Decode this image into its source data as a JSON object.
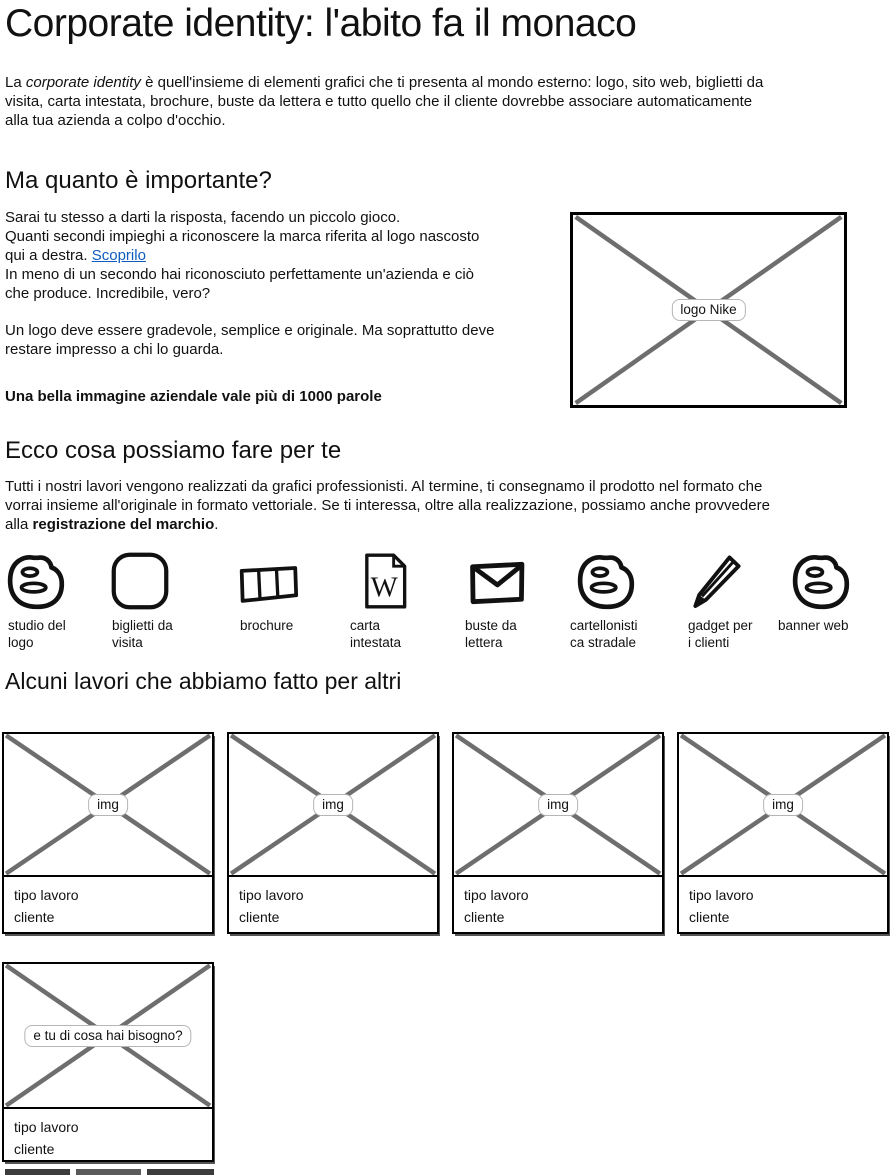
{
  "colors": {
    "link_blue": "#0f5cc0",
    "placeholder_line_gray": "#6e6e6e",
    "ink_black": "#111111"
  },
  "page": {
    "title": "Corporate identity: l'abito fa il monaco"
  },
  "intro": {
    "before_italic": "La ",
    "italic": "corporate identity",
    "after_italic": " è quell'insieme di elementi grafici che ti presenta al mondo esterno: logo, sito web, biglietti da\nvisita, carta intestata, brochure, buste da lettera e tutto quello che il cliente dovrebbe associare automaticamente\nalla tua azienda a colpo d'occhio."
  },
  "importance": {
    "heading": "Ma quanto è importante?",
    "lead": "Sarai tu stesso a darti la risposta, facendo un piccolo gioco.\nQuanti secondi impieghi a riconoscere la marca riferita al logo nascosto\nqui a destra. ",
    "link_label": "Scoprilo",
    "after_link": "\nIn meno di un secondo hai riconosciuto perfettamente un'azienda e ciò\nche produce. Incredibile, vero?",
    "logo_paragraph": "Un logo deve essere gradevole, semplice e originale. Ma soprattutto deve\nrestare impresso a chi lo guarda.",
    "bold_line": "Una bella immagine aziendale vale più di 1000 parole",
    "placeholder_label": "logo Nike"
  },
  "services": {
    "heading": "Ecco cosa possiamo fare per te",
    "before_bold": "Tutti i nostri lavori vengono realizzati da grafici professionisti. Al termine, ti consegnamo il prodotto nel formato che\nvorrai insieme all'originale in formato vettoriale. Se ti interessa, oltre alla realizzazione, possiamo anche provvedere\nalla ",
    "bold": "registrazione del marchio",
    "after_bold": ".",
    "items": [
      {
        "icon": "logo-blob-icon",
        "label": "studio del\nlogo"
      },
      {
        "icon": "rounded-card-icon",
        "label": "biglietti da\nvisita"
      },
      {
        "icon": "brochure-icon",
        "label": "brochure"
      },
      {
        "icon": "letterhead-doc-icon",
        "label": "carta\nintestata"
      },
      {
        "icon": "envelope-icon",
        "label": "buste da\nlettera"
      },
      {
        "icon": "logo-blob-icon",
        "label": "cartellonisti\nca stradale"
      },
      {
        "icon": "pencil-icon",
        "label": "gadget per\ni clienti"
      },
      {
        "icon": "logo-blob-icon",
        "label": "banner web"
      }
    ]
  },
  "portfolio": {
    "heading": "Alcuni lavori che abbiamo fatto per altri",
    "cards": [
      {
        "image_label": "img",
        "work_type": "tipo lavoro",
        "client": "cliente"
      },
      {
        "image_label": "img",
        "work_type": "tipo lavoro",
        "client": "cliente"
      },
      {
        "image_label": "img",
        "work_type": "tipo lavoro",
        "client": "cliente"
      },
      {
        "image_label": "img",
        "work_type": "tipo lavoro",
        "client": "cliente"
      }
    ],
    "more_card": {
      "image_label": "e tu di cosa hai bisogno?",
      "work_type": "tipo lavoro",
      "client": "cliente"
    }
  }
}
